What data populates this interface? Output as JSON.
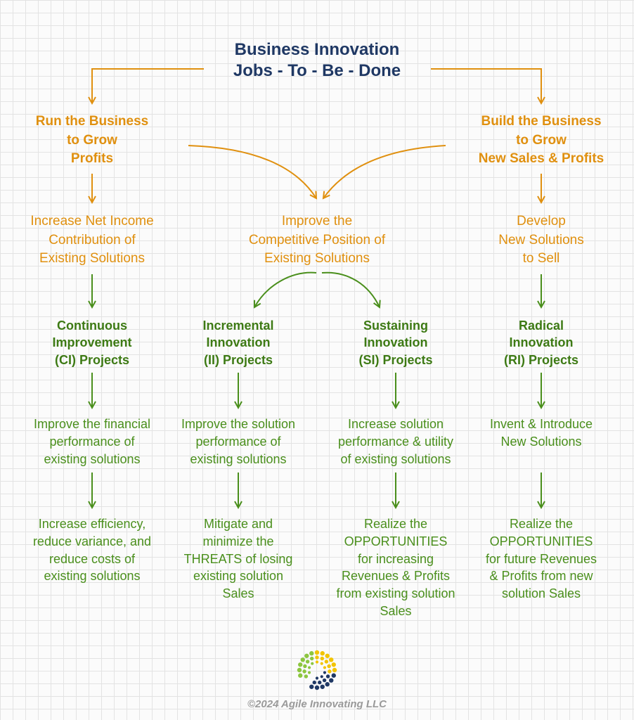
{
  "title": [
    "Business Innovation",
    "Jobs - To - Be - Done"
  ],
  "run_business": [
    "Run the Business",
    "to Grow",
    "Profits"
  ],
  "build_business": [
    "Build the Business",
    "to Grow",
    "New Sales & Profits"
  ],
  "goals": {
    "net_income": [
      "Increase Net Income",
      "Contribution of",
      "Existing Solutions"
    ],
    "competitive": [
      "Improve the",
      "Competitive Position of",
      "Existing Solutions"
    ],
    "develop": [
      "Develop",
      "New Solutions",
      "to Sell"
    ]
  },
  "projects": {
    "ci": [
      "Continuous",
      "Improvement",
      "(CI) Projects"
    ],
    "ii": [
      "Incremental",
      "Innovation",
      "(II) Projects"
    ],
    "si": [
      "Sustaining",
      "Innovation",
      "(SI) Projects"
    ],
    "ri": [
      "Radical",
      "Innovation",
      "(RI) Projects"
    ]
  },
  "objectives": {
    "ci": [
      "Improve the financial",
      "performance of",
      "existing solutions"
    ],
    "ii": [
      "Improve the solution",
      "performance of",
      "existing solutions"
    ],
    "si": [
      "Increase solution",
      "performance & utility",
      "of existing solutions"
    ],
    "ri": [
      "Invent & Introduce",
      "New Solutions"
    ]
  },
  "outcomes": {
    "ci": [
      "Increase efficiency,",
      "reduce variance, and",
      "reduce costs of",
      "existing solutions"
    ],
    "ii": [
      "Mitigate and",
      "minimize the",
      "THREATS of losing",
      "existing solution",
      "Sales"
    ],
    "si": [
      "Realize the",
      "OPPORTUNITIES",
      "for increasing",
      "Revenues & Profits",
      "from existing solution",
      "Sales"
    ],
    "ri": [
      "Realize the",
      "OPPORTUNITIES",
      "for future Revenues",
      "& Profits from new",
      "solution Sales"
    ]
  },
  "copyright": "©2024 Agile Innovating LLC",
  "colors": {
    "title": "#1f3864",
    "orange": "#e0900f",
    "green": "#4a8f1c",
    "dark_green": "#3d7a14",
    "navy": "#1f3864",
    "yellow": "#f2c400",
    "lime": "#8cc63f"
  }
}
